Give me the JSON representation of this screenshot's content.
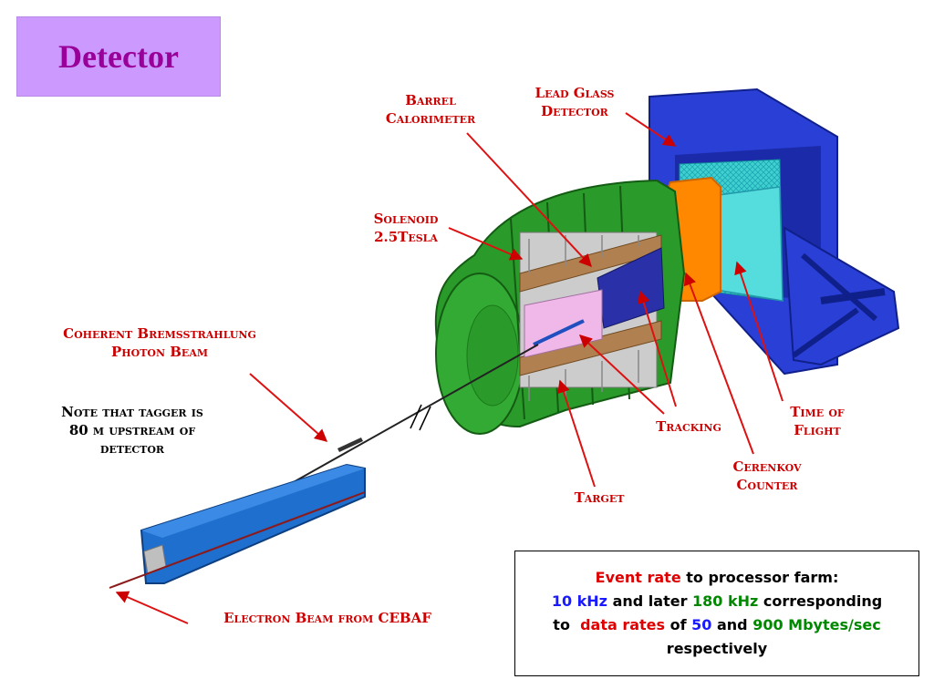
{
  "title": "Detector",
  "labels": {
    "barrel_calorimeter": [
      "Barrel",
      "Calorimeter"
    ],
    "lead_glass": [
      "Lead Glass",
      "Detector"
    ],
    "solenoid": [
      "Solenoid",
      "2.5Tesla"
    ],
    "photon_beam": [
      "Coherent Bremsstrahlung",
      "Photon Beam"
    ],
    "tracking": "Tracking",
    "time_of_flight": [
      "Time of",
      "Flight"
    ],
    "cerenkov": [
      "Cerenkov",
      "Counter"
    ],
    "target": "Target",
    "electron_beam": "Electron Beam from CEBAF"
  },
  "note": [
    "Note that tagger is",
    "80 m upstream of",
    "detector"
  ],
  "info": {
    "line1": {
      "event_rate": "Event rate",
      "rest": " to processor farm:"
    },
    "line2": {
      "rate1": "10 kHz",
      "mid": " and later ",
      "rate2": "180 kHz",
      "end": " corresponding"
    },
    "line3": {
      "start": "to  ",
      "data_rates": "data rates",
      "of": " of ",
      "v1": "50",
      "and": " and ",
      "v2": "900 Mbytes/sec"
    },
    "line4": "respectively"
  },
  "colors": {
    "title_bg": "#cc99ff",
    "title_text": "#990099",
    "label_red": "#cc0000",
    "solenoid_green": "#2a9a2a",
    "magnet_blue": "#1f6fcf",
    "frame_blue": "#2233cc",
    "lead_glass_cyan": "#33cccc",
    "cerenkov_orange": "#ff8800"
  }
}
